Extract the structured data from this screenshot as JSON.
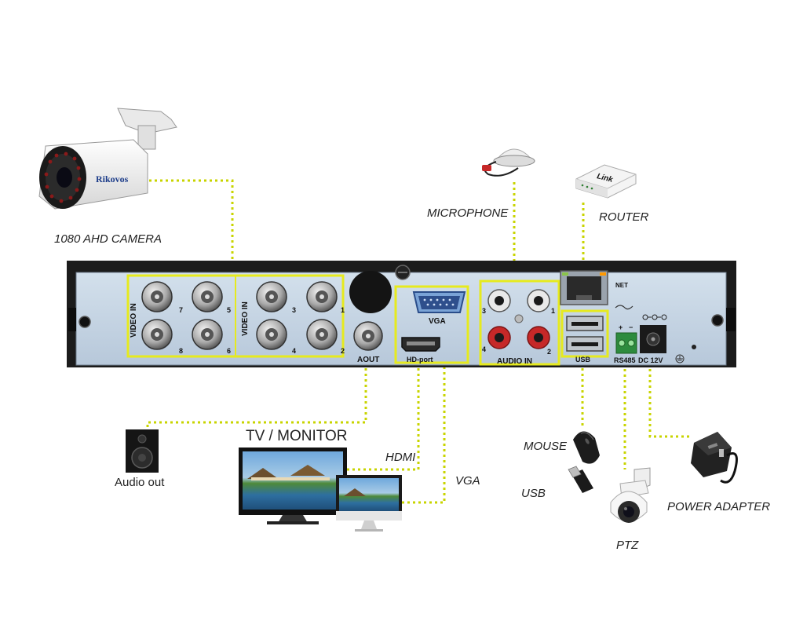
{
  "labels": {
    "camera": "1080 AHD CAMERA",
    "camera_brand": "Rikovos",
    "microphone": "MICROPHONE",
    "router": "ROUTER",
    "router_brand": "Link",
    "audio_out": "Audio out",
    "tv_monitor": "TV / MONITOR",
    "hdmi": "HDMI",
    "vga": "VGA",
    "mouse": "MOUSE",
    "usb": "USB",
    "ptz": "PTZ",
    "power_adapter": "POWER ADAPTER"
  },
  "panel": {
    "video_in_left": "VIDEO IN",
    "video_in_right": "VIDEO IN",
    "bnc_numbers_left": [
      "7",
      "5",
      "8",
      "6"
    ],
    "bnc_numbers_right": [
      "3",
      "1",
      "4",
      "2"
    ],
    "aout": "AOUT",
    "vga": "VGA",
    "hd_port": "HD-port",
    "audio_in": "AUDIO IN",
    "audio_numbers": [
      "3",
      "1",
      "4",
      "2"
    ],
    "net": "NET",
    "usb": "USB",
    "rs485": "RS485",
    "dc": "DC 12V",
    "plus": "+",
    "minus": "−"
  },
  "colors": {
    "wire": "#c8d400",
    "highlight": "#e6ea1e",
    "chassis": "#1b1b1b",
    "panel": "#c6d6e6"
  }
}
